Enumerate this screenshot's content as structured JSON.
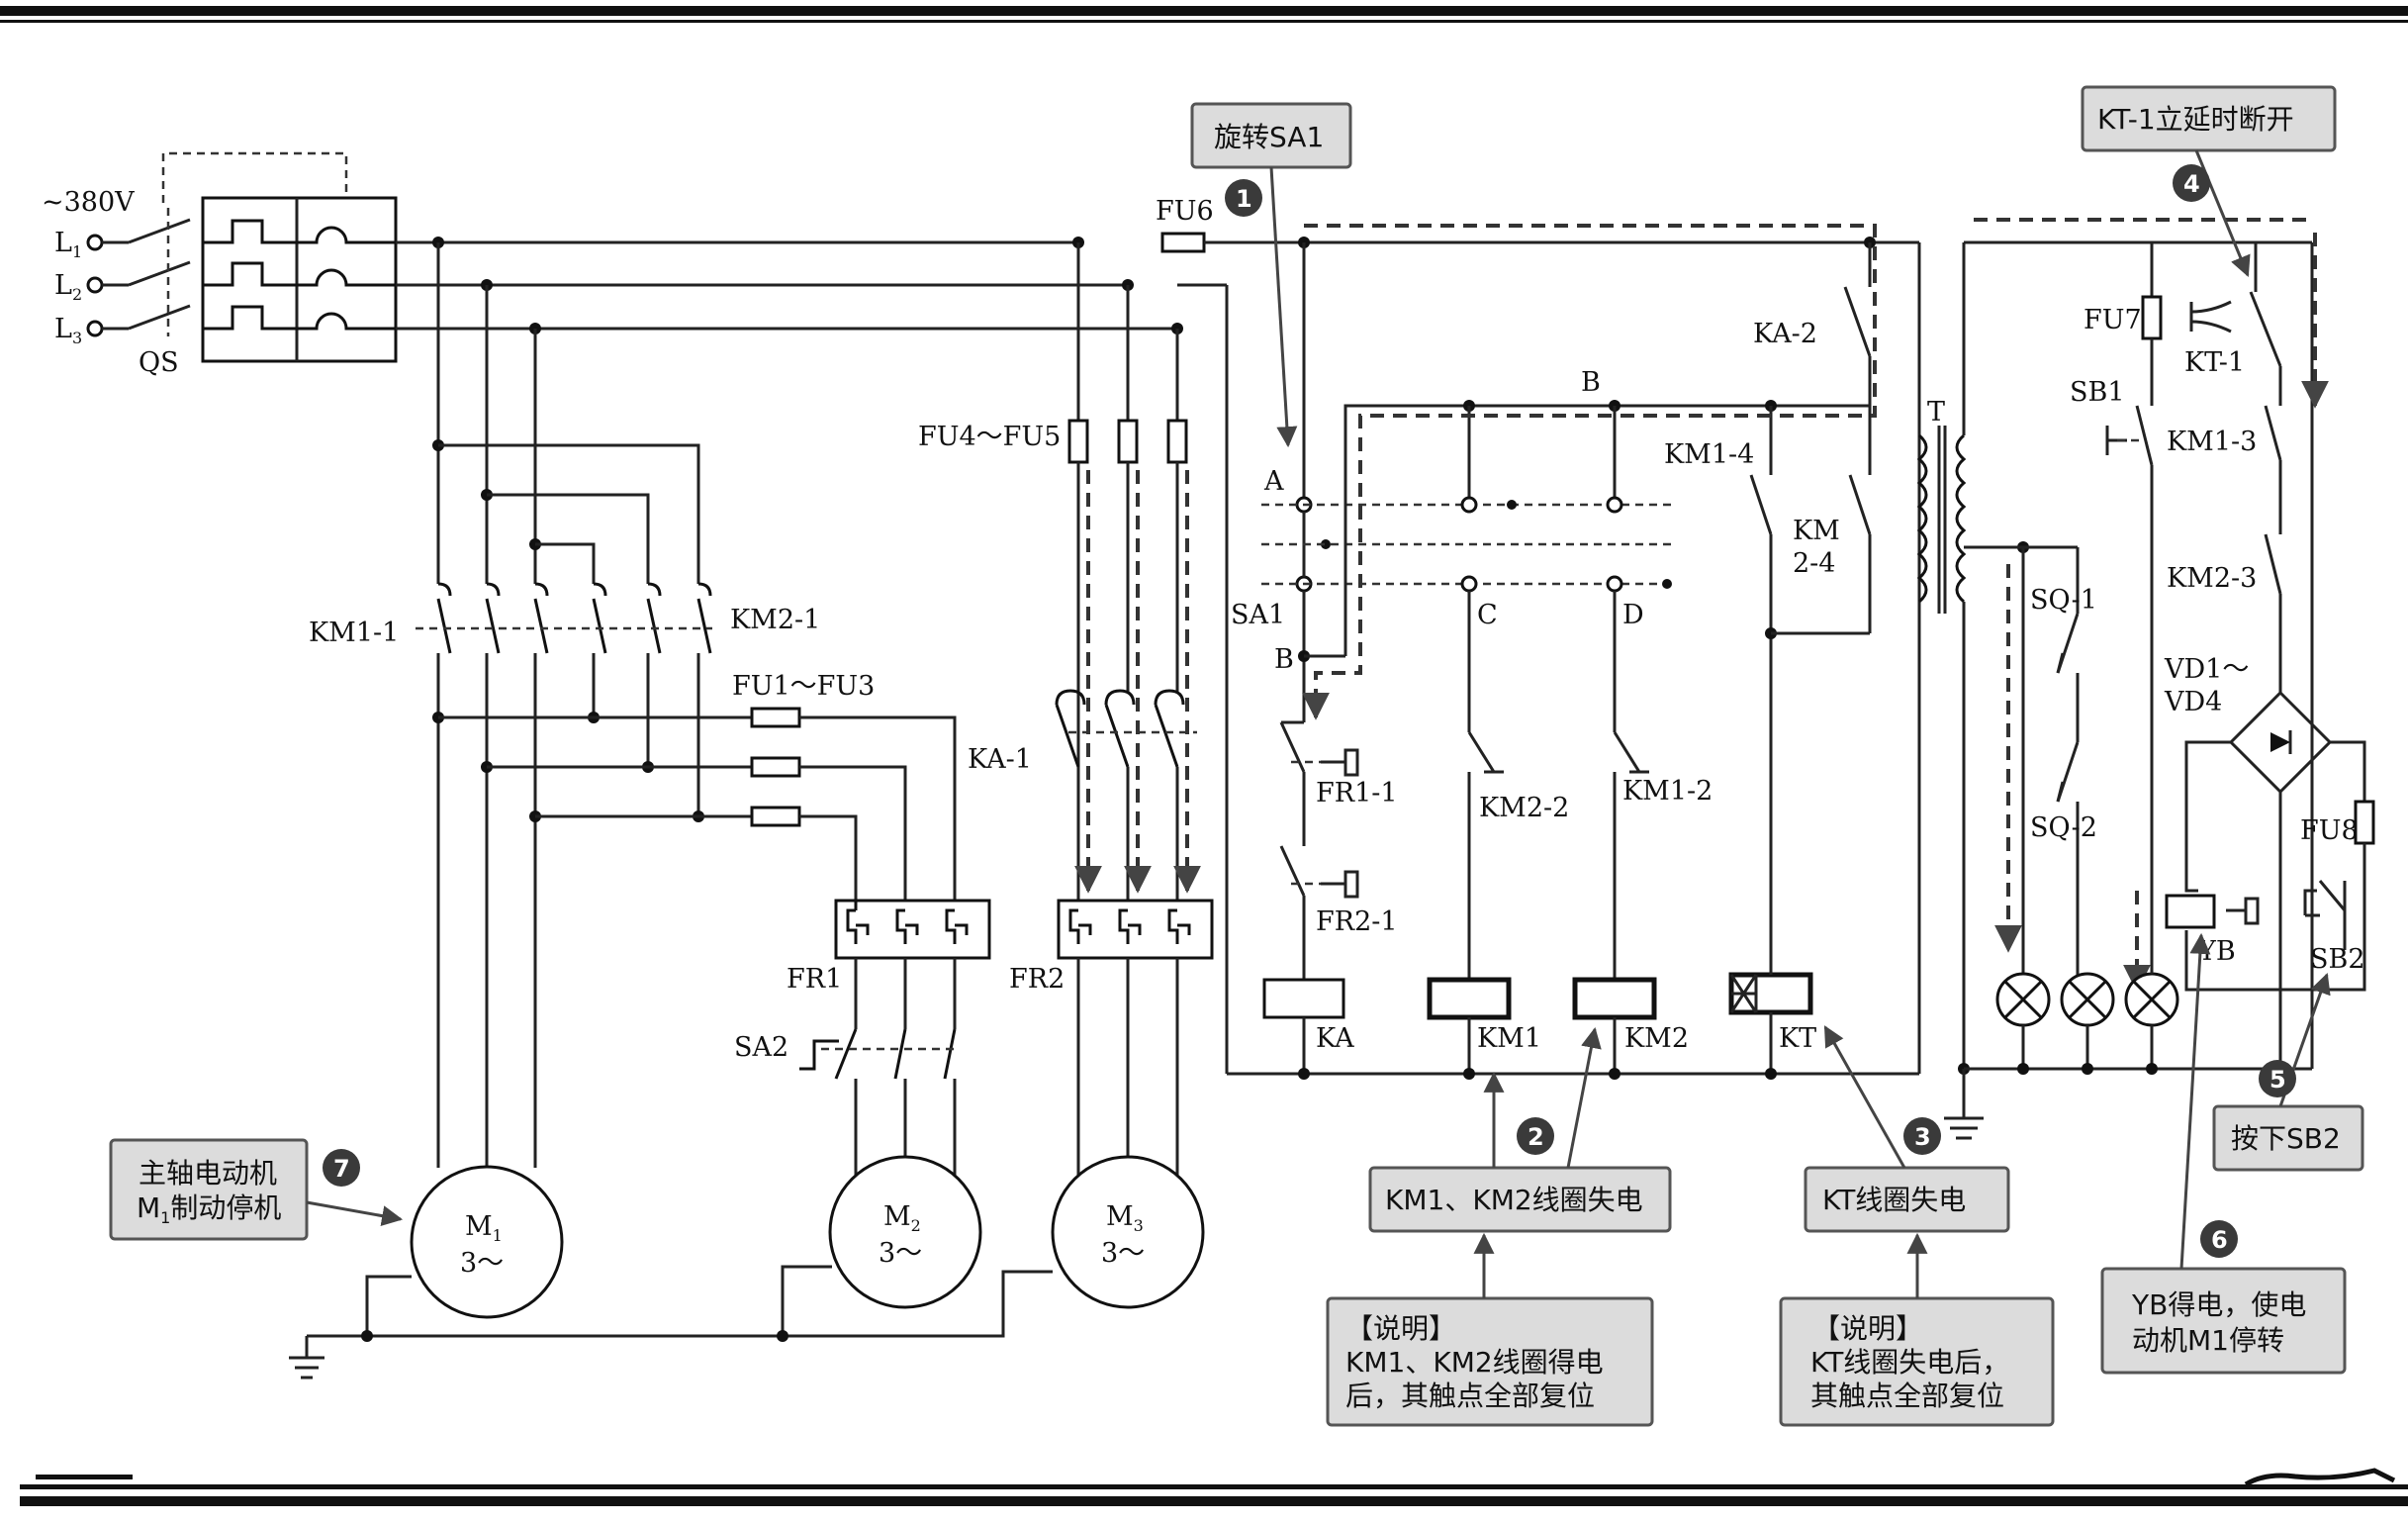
{
  "supply": {
    "voltage": "~380V",
    "l1": "L",
    "l2": "L",
    "l3": "L",
    "sub1": "1",
    "sub2": "2",
    "sub3": "3",
    "qs": "QS"
  },
  "components": {
    "km1_1": "KM1-1",
    "km2_1": "KM2-1",
    "fu1_fu3": "FU1～FU3",
    "fu4_fu5": "FU4～FU5",
    "fu6": "FU6",
    "fu7": "FU7",
    "fu8": "FU8",
    "ka_1": "KA-1",
    "ka_2": "KA-2",
    "fr1": "FR1",
    "fr2": "FR2",
    "sa2": "SA2",
    "sa1": "SA1",
    "node_a": "A",
    "node_b_top": "B",
    "node_b": "B",
    "node_c": "C",
    "node_d": "D",
    "fr1_1": "FR1-1",
    "fr2_1": "FR2-1",
    "km2_2": "KM2-2",
    "km1_2": "KM1-2",
    "km1_4": "KM1-4",
    "km2_4_a": "KM",
    "km2_4_b": "2-4",
    "ka": "KA",
    "km1": "KM1",
    "km2": "KM2",
    "kt": "KT",
    "t": "T",
    "sq1": "SQ-1",
    "sq2": "SQ-2",
    "sb1": "SB1",
    "sb2": "SB2",
    "kt_1": "KT-1",
    "km1_3": "KM1-3",
    "km2_3": "KM2-3",
    "vd1": "VD1～",
    "vd4": "VD4",
    "yb": "YB"
  },
  "motors": [
    {
      "name": "M",
      "sub": "1",
      "phase": "3～"
    },
    {
      "name": "M",
      "sub": "2",
      "phase": "3～"
    },
    {
      "name": "M",
      "sub": "3",
      "phase": "3～"
    }
  ],
  "callouts": {
    "c1": "旋转SA1",
    "c4": "KT-1立延时断开",
    "c7_line1": "主轴电动机",
    "c7_line2a": "M",
    "c7_line2sub": "1",
    "c7_line2b": "制动停机",
    "c2": "KM1、KM2线圈失电",
    "c3": "KT线圈失电",
    "c5": "按下SB2",
    "c6_line1": "YB得电，使电",
    "c6_line2": "动机M1停转",
    "note1_title": "【说明】",
    "note1_line1": "KM1、KM2线圈得电",
    "note1_line2": "后，其触点全部复位",
    "note2_title": "【说明】",
    "note2_line1": "KT线圈失电后，",
    "note2_line2": "其触点全部复位"
  },
  "steps": [
    "1",
    "2",
    "3",
    "4",
    "5",
    "6",
    "7"
  ]
}
